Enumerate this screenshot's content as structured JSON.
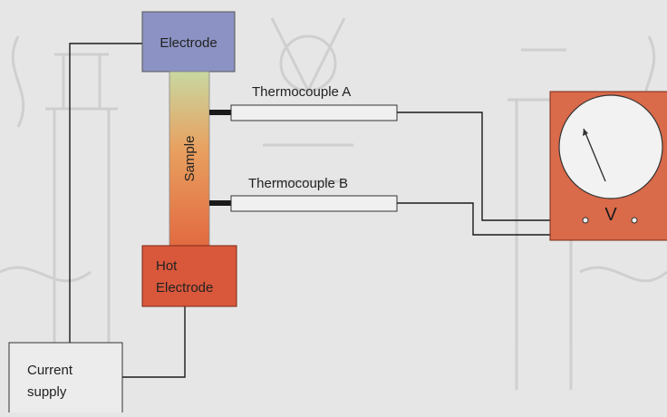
{
  "diagram": {
    "electrode_label": "Electrode",
    "sample_label": "Sample",
    "hot_electrode_label_line1": "Hot",
    "hot_electrode_label_line2": "Electrode",
    "thermocouple_a_label": "Thermocouple A",
    "thermocouple_b_label": "Thermocouple B",
    "voltmeter_symbol": "V",
    "current_supply_line1": "Current",
    "current_supply_line2": "supply"
  },
  "colors": {
    "background": "#e6e6e6",
    "electrode": "#8c93c4",
    "hot_electrode": "#d9573b",
    "voltmeter_body": "#d96a4a",
    "sample_top": "#c8d8a0",
    "sample_mid": "#e8a060",
    "sample_bottom": "#e26a40",
    "wire": "#1a1a1a",
    "watermark": "#c9c9c9"
  }
}
